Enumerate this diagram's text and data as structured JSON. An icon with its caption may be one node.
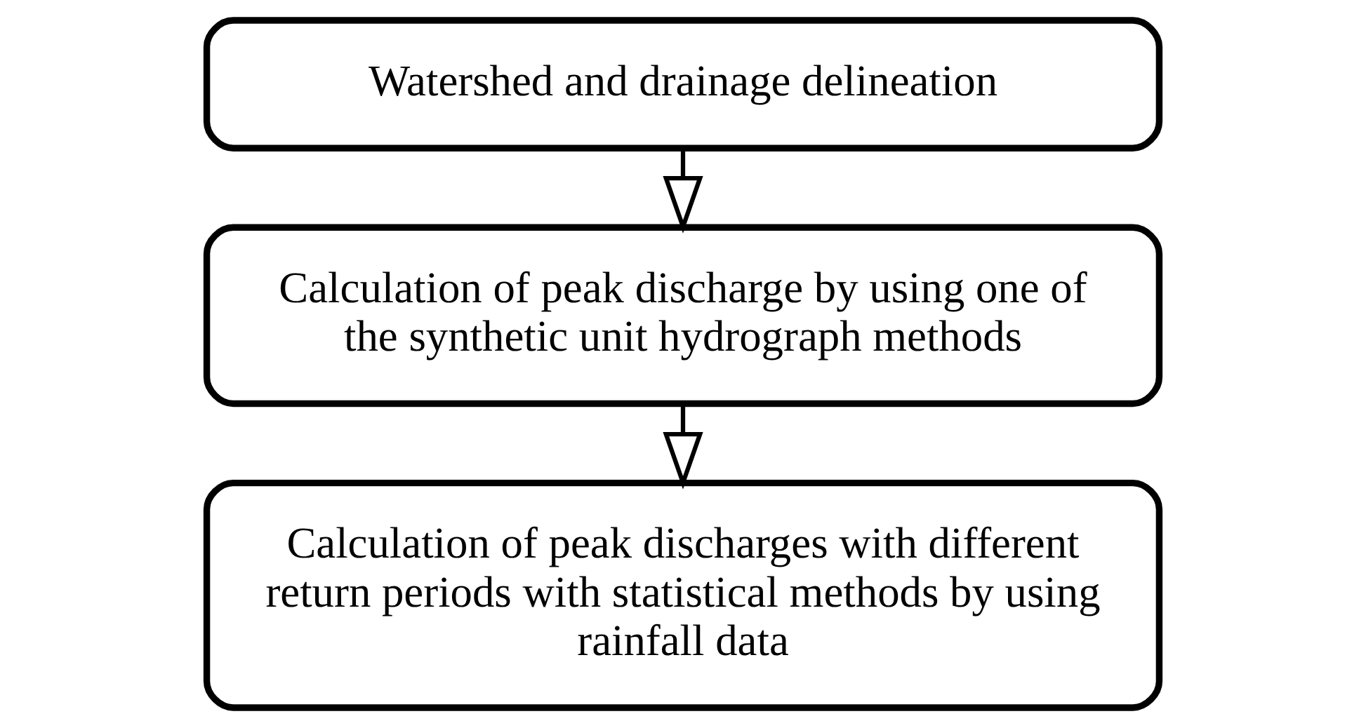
{
  "diagram": {
    "nodes": [
      {
        "text": [
          "Watershed and drainage delineation"
        ]
      },
      {
        "text": [
          "Calculation of peak discharge by using one of the synthetic unit hydrograph methods"
        ]
      },
      {
        "text": [
          "Calculation of peak discharges with different return periods with statistical methods by using rainfall data"
        ]
      }
    ],
    "edges": [
      {
        "from": 0,
        "to": 1,
        "arrow": "to"
      },
      {
        "from": 1,
        "to": 2,
        "arrow": "to"
      }
    ]
  }
}
